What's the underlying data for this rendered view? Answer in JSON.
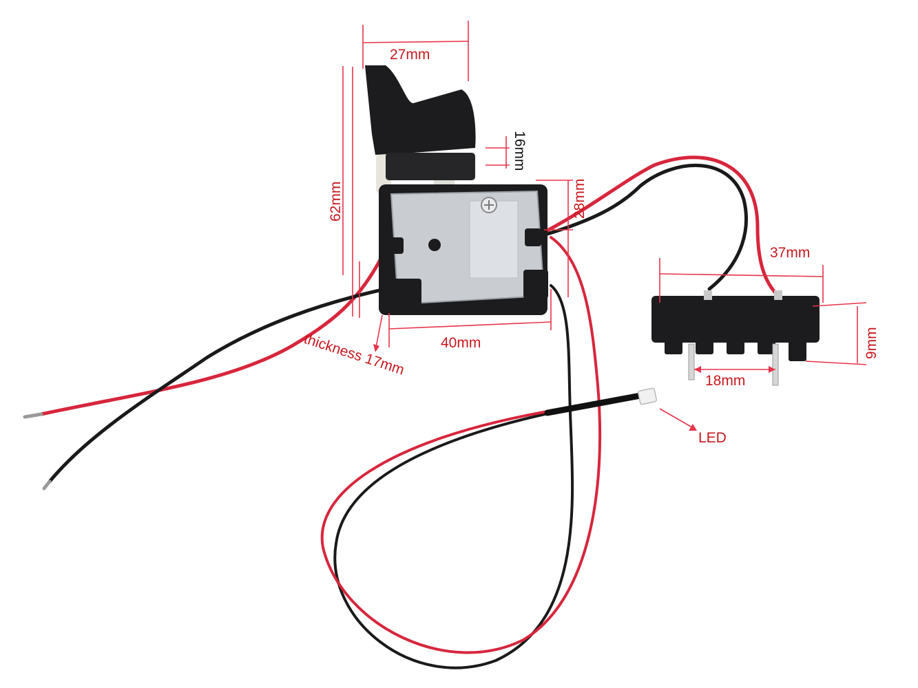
{
  "labels": {
    "width_27": "27mm",
    "height_62": "62mm",
    "width_16": "16mm",
    "height_28": "28mm",
    "width_40": "40mm",
    "thickness": "thickness 17mm",
    "length_37": "37mm",
    "height_9": "9mm",
    "spacing_18": "18mm",
    "led": "LED"
  },
  "colors": {
    "dimension_line": "#e8344a",
    "label_text": "#c8181e",
    "wire_red": "#d7263d",
    "wire_black": "#1a1a1a",
    "housing_black": "#1c1c1e",
    "metal_plate": "#c9cdd2",
    "background": "#ffffff"
  }
}
